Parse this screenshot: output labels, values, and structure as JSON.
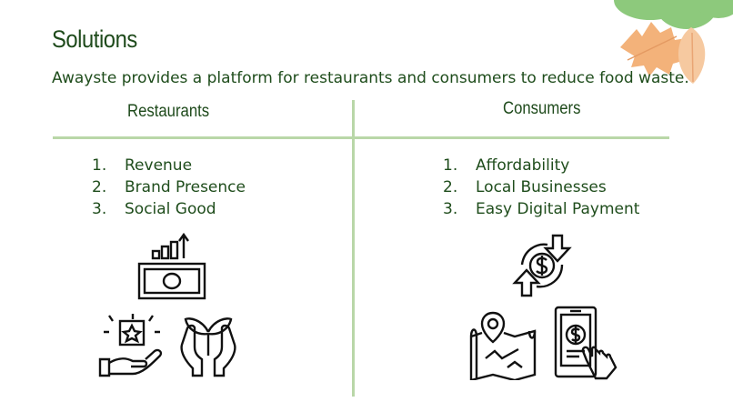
{
  "slide": {
    "title": "Solutions",
    "subtitle": "Awayste provides a platform for restaurants and consumers to reduce food waste."
  },
  "columns": [
    {
      "heading": "Restaurants",
      "items": [
        {
          "num": "1.",
          "label": "Revenue"
        },
        {
          "num": "2.",
          "label": "Brand Presence"
        },
        {
          "num": "3.",
          "label": "Social Good"
        }
      ],
      "icons": [
        "money-growth-icon",
        "star-review-hand-icon",
        "plant-hands-icon"
      ]
    },
    {
      "heading": "Consumers",
      "items": [
        {
          "num": "1.",
          "label": "Affordability"
        },
        {
          "num": "2.",
          "label": "Local Businesses"
        },
        {
          "num": "3.",
          "label": "Easy Digital Payment"
        }
      ],
      "icons": [
        "money-refund-icon",
        "map-location-icon",
        "mobile-payment-icon"
      ]
    }
  ],
  "colors": {
    "title": "#1e4a1b",
    "text": "#1f4d1c",
    "divider": "#b9d7a8",
    "foliage": "#8dc97c",
    "leaf_orange": "#f3b27a"
  }
}
